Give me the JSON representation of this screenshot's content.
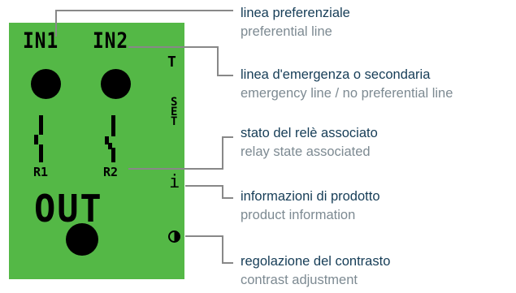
{
  "display": {
    "in1": "IN1",
    "in2": "IN2",
    "t": "T",
    "set": "S\nE\nT",
    "r1": "R1",
    "r2": "R2",
    "i": "i",
    "out": "OUT",
    "color": "#54b846",
    "led_color": "#000000",
    "line_color": "#888888"
  },
  "captions": [
    {
      "it": "linea preferenziale",
      "en": "preferential line"
    },
    {
      "it": "linea d'emergenza o secondaria",
      "en": "emergency line / no preferential line"
    },
    {
      "it": "stato del relè associato",
      "en": "relay state associated"
    },
    {
      "it": "informazioni di prodotto",
      "en": "product information"
    },
    {
      "it": "regolazione del contrasto",
      "en": "contrast adjustment"
    }
  ]
}
